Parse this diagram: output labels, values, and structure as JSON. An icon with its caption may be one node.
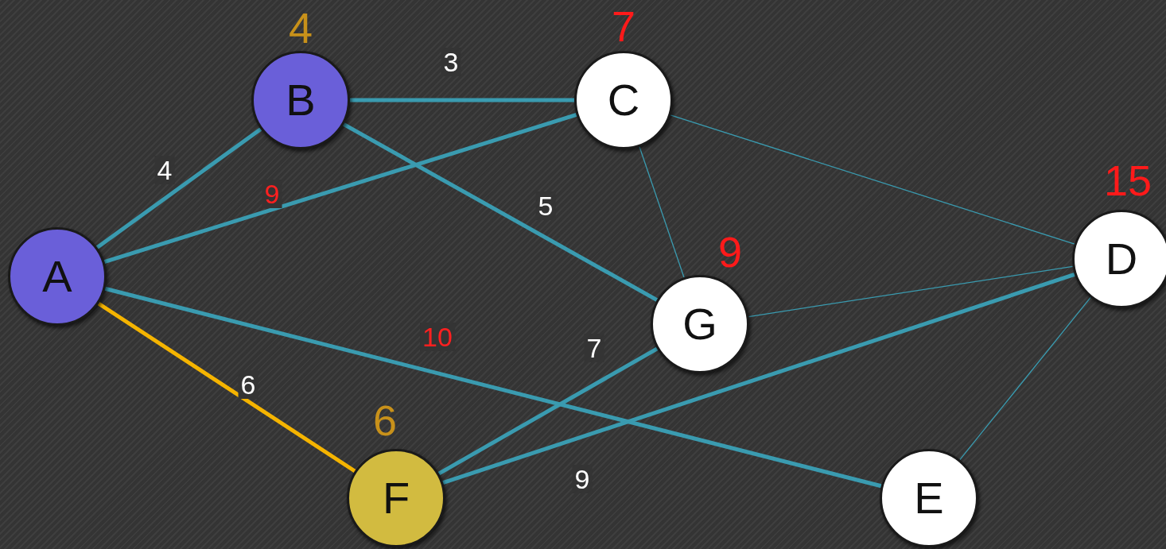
{
  "diagram": {
    "nodes": [
      {
        "text": [
          "A"
        ]
      },
      {
        "text": [
          "B"
        ],
        "beside": [
          "4"
        ]
      },
      {
        "text": [
          "C"
        ],
        "beside": [
          "7"
        ]
      },
      {
        "text": [
          "D"
        ],
        "beside": [
          "15"
        ]
      },
      {
        "text": [
          "E"
        ]
      },
      {
        "text": [
          "F"
        ],
        "beside": [
          "6"
        ]
      },
      {
        "text": [
          "G"
        ],
        "beside": [
          "9"
        ]
      }
    ],
    "edges": [
      {
        "from": 0,
        "to": 1,
        "arrow": "none",
        "label": "4"
      },
      {
        "from": 0,
        "to": 2,
        "arrow": "none",
        "label": "9"
      },
      {
        "from": 0,
        "to": 4,
        "arrow": "none",
        "label": "10"
      },
      {
        "from": 0,
        "to": 5,
        "arrow": "none",
        "label": "6",
        "color": "#f5b400"
      },
      {
        "from": 1,
        "to": 2,
        "arrow": "none",
        "label": "3"
      },
      {
        "from": 1,
        "to": 6,
        "arrow": "none",
        "label": "5"
      },
      {
        "from": 2,
        "to": 3,
        "arrow": "none"
      },
      {
        "from": 2,
        "to": 6,
        "arrow": "none"
      },
      {
        "from": 6,
        "to": 3,
        "arrow": "none"
      },
      {
        "from": 3,
        "to": 4,
        "arrow": "none"
      },
      {
        "from": 5,
        "to": 6,
        "arrow": "none",
        "label": "7"
      },
      {
        "from": 5,
        "to": 3,
        "arrow": "none",
        "label": "9"
      }
    ]
  }
}
